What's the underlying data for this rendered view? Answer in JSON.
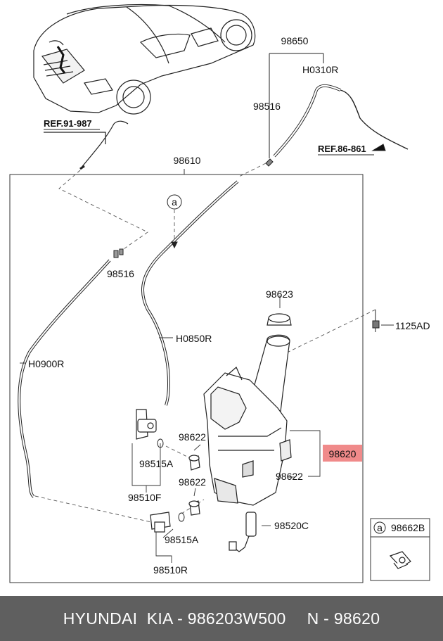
{
  "labels": {
    "top_assembly": "98650",
    "hose_top": "H0310R",
    "connector_top": "98516",
    "ref_left": "REF.91-987",
    "ref_right": "REF.86-861",
    "assembly_main": "98610",
    "callout_a": "a",
    "connector_left": "98516",
    "cap": "98623",
    "bolt": "1125AD",
    "hose_mid": "H0850R",
    "hose_left": "H0900R",
    "grommet_upper": "98622",
    "reservoir": "98620",
    "seal_front": "98515A",
    "grommet_lower": "98622",
    "grommet_right": "98622",
    "pump_front": "98510F",
    "level_sensor": "98520C",
    "seal_rear": "98515A",
    "pump_rear": "98510R",
    "inset_letter": "a",
    "inset_part": "98662B"
  },
  "highlight_color": "#f08a8a",
  "footer": {
    "brand": "HYUNDAI  KIA - 986203W500",
    "number": "N - 98620"
  }
}
